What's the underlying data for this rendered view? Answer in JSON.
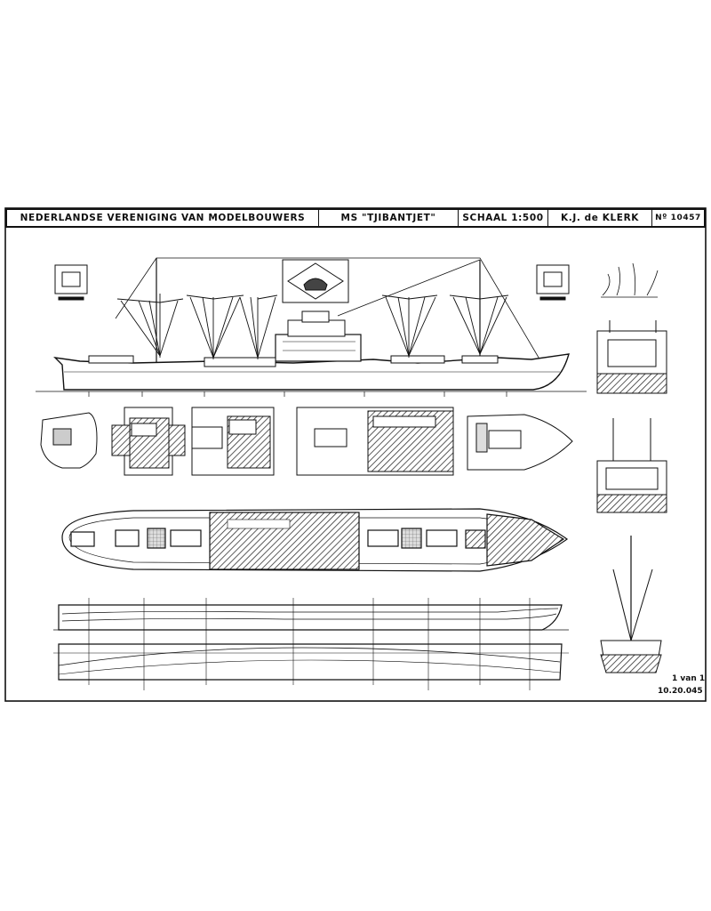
{
  "title_block": {
    "society": "NEDERLANDSE VERENIGING VAN MODELBOUWERS",
    "ship": "MS \"TJIBANTJET\"",
    "scale": "SCHAAL 1:500",
    "author": "K.J. de KLERK",
    "drawing_number": "Nº 10457"
  },
  "footer": {
    "sheet": "1 van 1",
    "reference": "10.20.045"
  },
  "colors": {
    "ink": "#111111",
    "paper": "#ffffff",
    "hatch": "#333333"
  }
}
